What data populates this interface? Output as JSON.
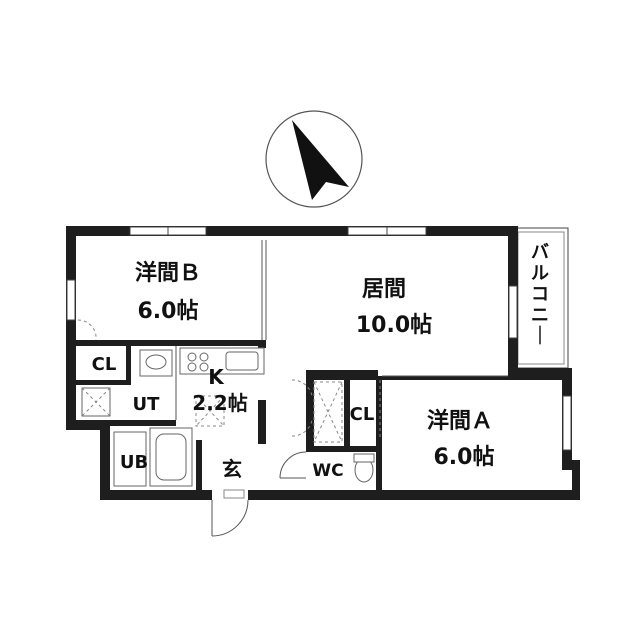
{
  "rooms": {
    "western_b": {
      "name": "洋間Ｂ",
      "size": "6.0帖"
    },
    "living": {
      "name": "居間",
      "size": "10.0帖"
    },
    "kitchen": {
      "name": "K",
      "size": "2.2帖"
    },
    "western_a": {
      "name": "洋間Ａ",
      "size": "6.0帖"
    },
    "cl_left": "CL",
    "cl_right": "CL",
    "ut": "UT",
    "ub": "UB",
    "genkan": "玄",
    "wc": "WC",
    "balcony": "バルコニー"
  },
  "colors": {
    "wall": "#1e1e1e",
    "line": "#555555",
    "background": "#ffffff"
  },
  "icons": {
    "compass": "north-arrow-icon"
  }
}
